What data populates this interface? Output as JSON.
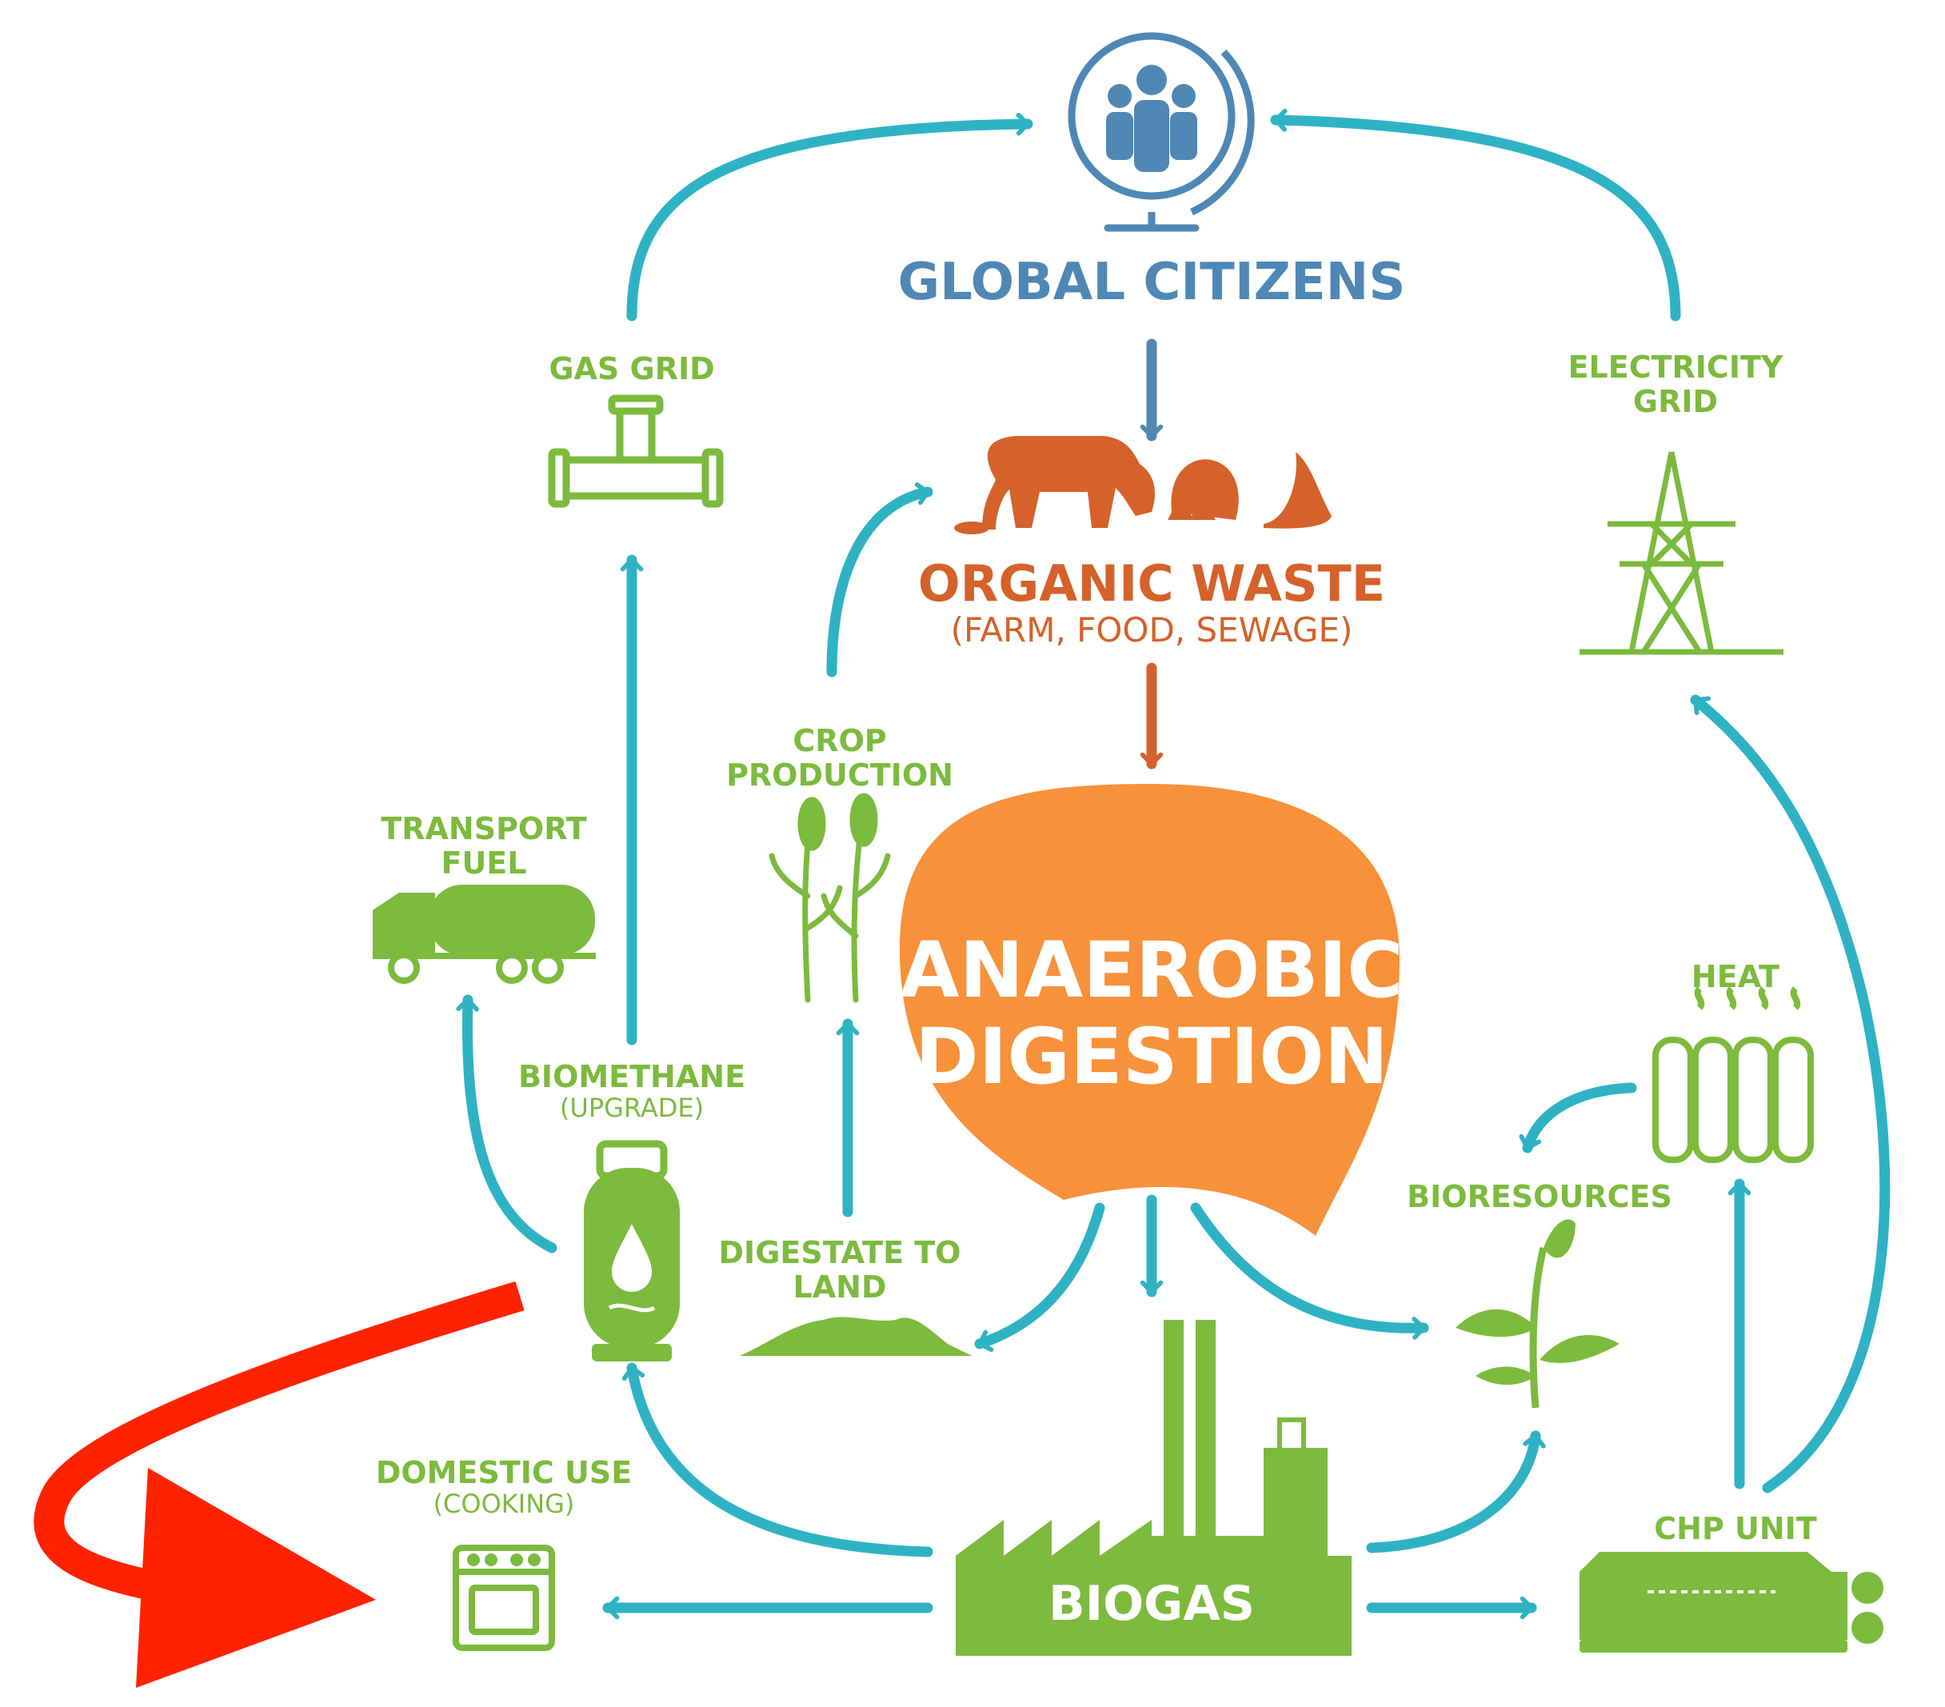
{
  "nodes": {
    "global_citizens": "GLOBAL CITIZENS",
    "organic_waste": "ORGANIC WASTE",
    "organic_waste_sub": "(FARM, FOOD, SEWAGE)",
    "anaerobic_line1": "ANAEROBIC",
    "anaerobic_line2": "DIGESTION",
    "gas_grid": "GAS GRID",
    "electricity_line1": "ELECTRICITY",
    "electricity_line2": "GRID",
    "crop_line1": "CROP",
    "crop_line2": "PRODUCTION",
    "transport_line1": "TRANSPORT",
    "transport_line2": "FUEL",
    "biomethane": "BIOMETHANE",
    "biomethane_sub": "(UPGRADE)",
    "digestate_line1": "DIGESTATE TO",
    "digestate_line2": "LAND",
    "heat": "HEAT",
    "bioresources": "BIORESOURCES",
    "domestic": "DOMESTIC USE",
    "domestic_sub": "(COOKING)",
    "biogas": "BIOGAS",
    "chp": "CHP UNIT"
  },
  "colors": {
    "teal": "#2fb3c4",
    "green": "#7cba3d",
    "blue": "#4f87b5",
    "orange_text": "#d4622a",
    "orange_fill": "#f7913a",
    "red": "#ff2200"
  },
  "icons": [
    "globe-people-icon",
    "cow-icon",
    "eggshell-icon",
    "banana-peel-icon",
    "pipe-icon",
    "pylon-icon",
    "plant-icon",
    "truck-icon",
    "gas-cylinder-icon",
    "soil-mound-icon",
    "radiator-icon",
    "sprout-icon",
    "stove-icon",
    "factory-icon",
    "generator-icon"
  ]
}
